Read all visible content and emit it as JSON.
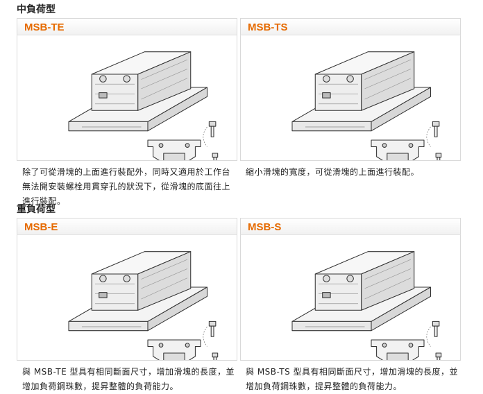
{
  "sections": [
    {
      "title": "中負荷型",
      "cards": [
        {
          "model": "MSB-TE",
          "description": "除了可從滑塊的上面進行裝配外，同時又適用於工作台無法開安裝螺栓用貫穿孔的狀況下，從滑塊的底面往上進行裝配。"
        },
        {
          "model": "MSB-TS",
          "description": "縮小滑塊的寬度，可從滑塊的上面進行裝配。"
        }
      ]
    },
    {
      "title": "重負荷型",
      "cards": [
        {
          "model": "MSB-E",
          "description": "與 MSB-TE 型具有相同斷面尺寸，增加滑塊的長度，並增加負荷鋼珠數，提昇整體的負荷能力。"
        },
        {
          "model": "MSB-S",
          "description": "與 MSB-TS 型具有相同斷面尺寸，增加滑塊的長度，並增加負荷鋼珠數，提昇整體的負荷能力。"
        }
      ]
    }
  ]
}
